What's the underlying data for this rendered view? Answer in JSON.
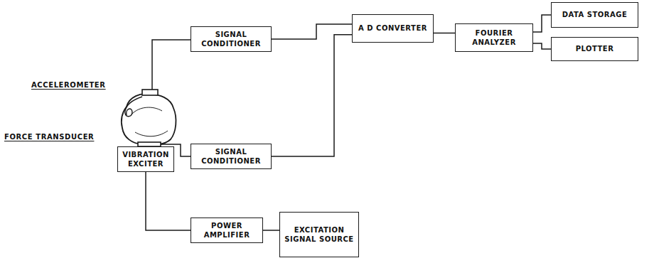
{
  "diagram": {
    "nodes": [
      {
        "text": [
          "SIGNAL CONDITIONER"
        ]
      },
      {
        "text": [
          "A D CONVERTER"
        ]
      },
      {
        "text": [
          "FOURIER ANALYZER"
        ]
      },
      {
        "text": [
          "DATA STORAGE"
        ]
      },
      {
        "text": [
          "PLOTTER"
        ]
      },
      {
        "text": [
          "VIBRATION EXCITER"
        ]
      },
      {
        "text": [
          "SIGNAL CONDITIONER"
        ]
      },
      {
        "text": [
          "POWER AMPLIFIER"
        ]
      },
      {
        "text": [
          "EXCITATION SIGNAL SOURCE"
        ]
      }
    ],
    "edges": [
      {
        "from": 0,
        "to": 1,
        "arrow": "none"
      },
      {
        "from": 6,
        "to": 1,
        "arrow": "none"
      },
      {
        "from": 1,
        "to": 2,
        "arrow": "none"
      },
      {
        "from": 2,
        "to": 3,
        "arrow": "none"
      },
      {
        "from": 2,
        "to": 4,
        "arrow": "none"
      },
      {
        "from": 5,
        "to": 7,
        "arrow": "none"
      },
      {
        "from": 7,
        "to": 8,
        "arrow": "none"
      }
    ],
    "labels": [
      "ACCELEROMETER",
      "FORCE TRANSDUCER"
    ]
  }
}
